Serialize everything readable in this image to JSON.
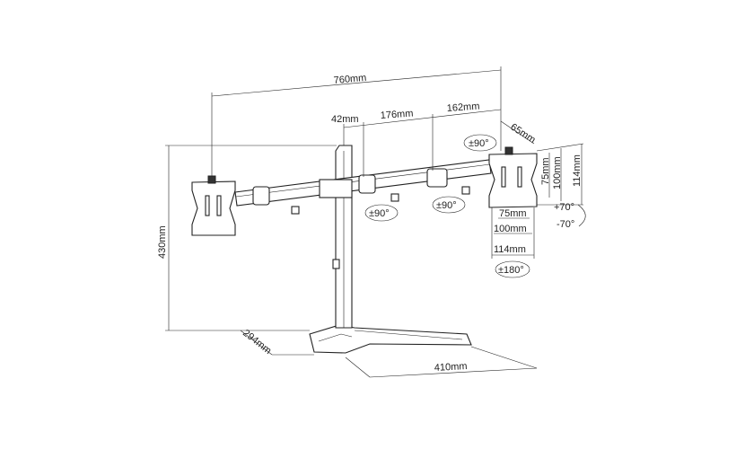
{
  "dimensions": {
    "overall_width": "760mm",
    "pole_offset": "42mm",
    "arm_segment_1": "176mm",
    "arm_segment_2": "162mm",
    "mount_depth": "65mm",
    "height": "430mm",
    "base_depth": "294mm",
    "base_width": "410mm",
    "vesa_h_75": "75mm",
    "vesa_h_100": "100mm",
    "vesa_h_114": "114mm",
    "vesa_v_75": "75mm",
    "vesa_v_100": "100mm",
    "vesa_v_114": "114mm"
  },
  "rotations": {
    "mount_swivel": "±90°",
    "arm_joint_1": "±90°",
    "arm_joint_2": "±90°",
    "rotation": "±180°",
    "tilt_up": "+70°",
    "tilt_down": "-70°"
  }
}
